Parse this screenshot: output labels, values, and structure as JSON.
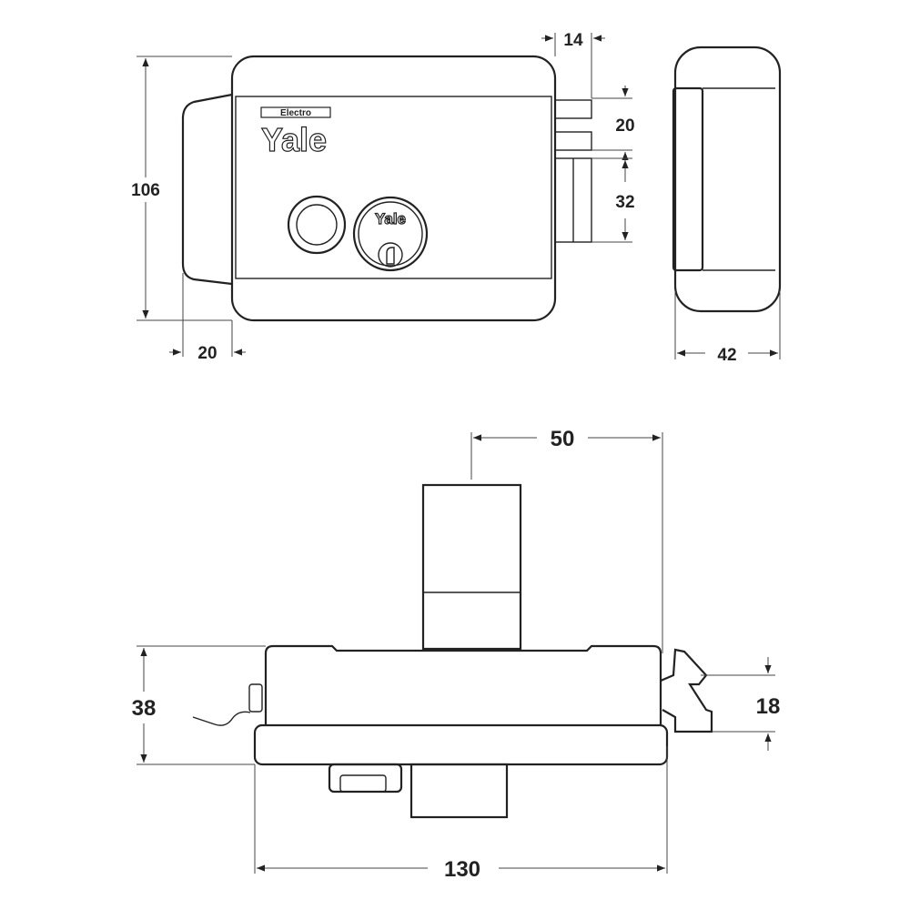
{
  "colors": {
    "line": "#222222",
    "background": "#ffffff"
  },
  "brand": {
    "sub_label": "Electro",
    "main_label": "Yale",
    "cylinder_label": "Yale"
  },
  "front_view": {
    "height_dim": "106",
    "depth_dim": "20",
    "bolt_offset_dim": "14",
    "upper_bolt_dim": "20",
    "lower_bolt_dim": "32"
  },
  "side_view": {
    "width_dim": "42"
  },
  "top_view": {
    "bolt_dim": "50",
    "height_dim": "38",
    "latch_dim": "18",
    "length_dim": "130"
  }
}
